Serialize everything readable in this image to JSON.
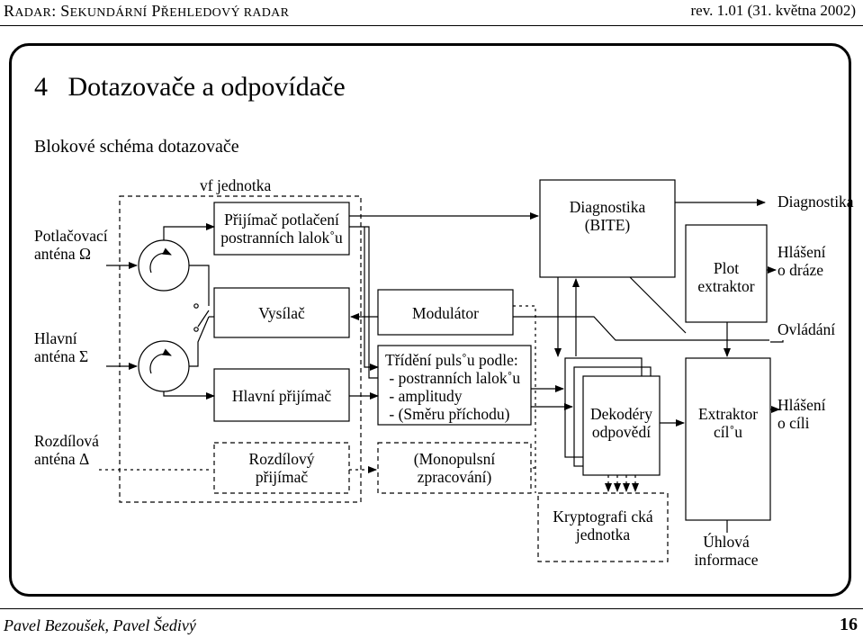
{
  "header": {
    "left_first": "R",
    "left_first_rest": "ADAR",
    "left_sep": ": ",
    "left_s": "S",
    "left_s_rest": "EKUNDÁRNÍ",
    "left_p": " P",
    "left_p_rest": "ŘEHLEDOVÝ",
    "left_r": " RADAR",
    "right": "rev. 1.01 (31. května 2002)"
  },
  "section": {
    "number": "4",
    "title": "Dotazovače a odpovídače"
  },
  "subtitle": "Blokové schéma dotazovače",
  "labels": {
    "vf_unit": "vf jednotka",
    "pot_antenna_1": "Potlačovací",
    "pot_antenna_2": "anténa Ω",
    "main_antenna_1": "Hlavní",
    "main_antenna_2": "anténa Σ",
    "diff_antenna_1": "Rozdílová",
    "diff_antenna_2": "anténa Δ",
    "sls_rx_1": "Přijímač potlačení",
    "sls_rx_2": "postranních lalok˚u",
    "transmitter": "Vysílač",
    "main_rx": "Hlavní přijímač",
    "diff_rx_1": "Rozdílový",
    "diff_rx_2": "přijímač",
    "modulator": "Modulátor",
    "sort_1": "Třídění puls˚u podle:",
    "sort_2": "- postranních lalok˚u",
    "sort_3": "- amplitudy",
    "sort_4": "- (Směru příchodu)",
    "mono_1": "(Monopulsní",
    "mono_2": "zpracování)",
    "bite_1": "Diagnostika",
    "bite_2": "(BITE)",
    "decoders_1": "Dekodéry",
    "decoders_2": "odpovědí",
    "crypto_1": "Kryptografi cká",
    "crypto_2": "jednotka",
    "plot_1": "Plot",
    "plot_2": "extraktor",
    "target_1": "Extraktor",
    "target_2": "cíl˚u",
    "angle_1": "Úhlová",
    "angle_2": "informace",
    "diag_out": "Diagnostika",
    "track_1": "Hlášení",
    "track_2": "o dráze",
    "control": "Ovládání",
    "target_report_1": "Hlášení",
    "target_report_2": "o cíli"
  },
  "footer": {
    "authors": "Pavel Bezoušek, Pavel Šedivý",
    "page": "16"
  }
}
